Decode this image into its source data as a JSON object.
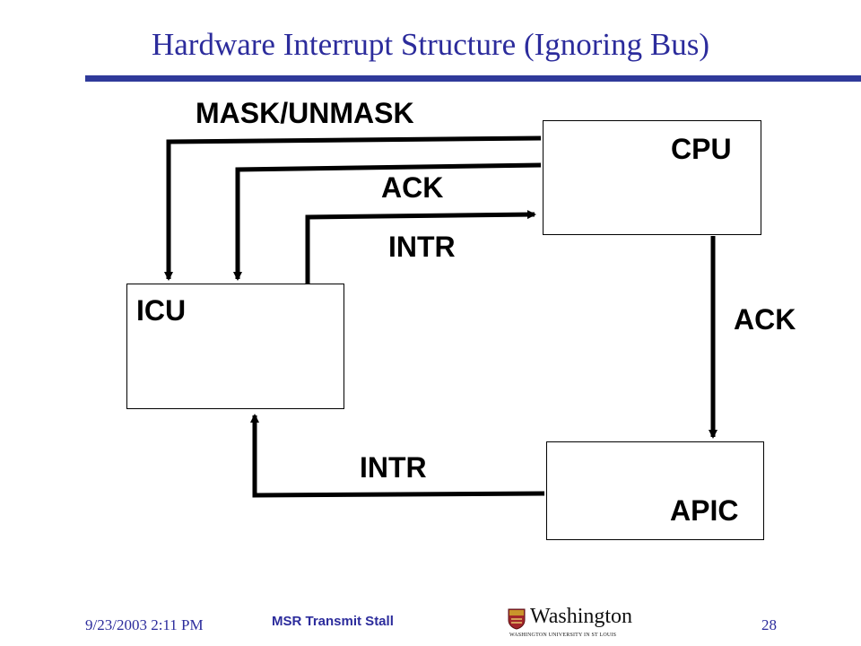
{
  "slide": {
    "title": "Hardware Interrupt Structure (Ignoring Bus)"
  },
  "diagram": {
    "boxes": {
      "cpu": "CPU",
      "icu": "ICU",
      "apic": "APIC"
    },
    "wires": {
      "mask_unmask": "MASK/UNMASK",
      "ack_cpu_to_icu": "ACK",
      "intr_icu_to_cpu": "INTR",
      "ack_cpu_to_apic": "ACK",
      "intr_apic_to_icu": "INTR"
    },
    "colors": {
      "line": "#000000",
      "title": "#2c2c9c",
      "rule": "#2f3a9a"
    }
  },
  "footer": {
    "date": "9/23/2003 2:11 PM",
    "center": "MSR Transmit Stall",
    "page": "28",
    "logo": {
      "word": "Washington",
      "sub": "WASHINGTON UNIVERSITY IN ST LOUIS",
      "icon": "university-shield-icon"
    }
  }
}
